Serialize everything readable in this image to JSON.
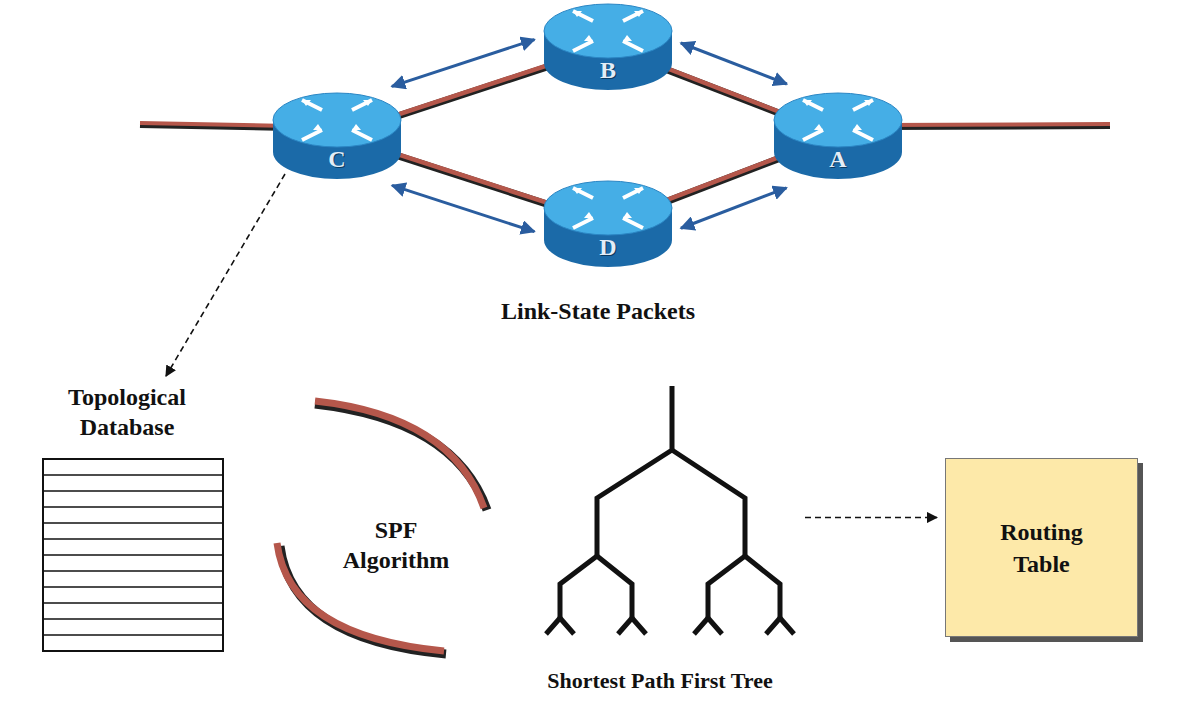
{
  "diagram": {
    "nodes": [
      {
        "text": [
          "B"
        ]
      },
      {
        "text": [
          "C"
        ]
      },
      {
        "text": [
          "A"
        ]
      },
      {
        "text": [
          "D"
        ]
      },
      {
        "text": [
          "Topological Database"
        ]
      },
      {
        "text": [
          "Shortest Path First Tree"
        ]
      },
      {
        "text": [
          "Routing Table"
        ]
      }
    ],
    "edges": [
      {
        "from": 1,
        "to": 0,
        "arrow": "none"
      },
      {
        "from": 0,
        "to": 2,
        "arrow": "none"
      },
      {
        "from": 1,
        "to": 3,
        "arrow": "none"
      },
      {
        "from": 3,
        "to": 2,
        "arrow": "none"
      },
      {
        "from": 1,
        "to": 0,
        "arrow": "both"
      },
      {
        "from": 0,
        "to": 2,
        "arrow": "both"
      },
      {
        "from": 1,
        "to": 3,
        "arrow": "both"
      },
      {
        "from": 3,
        "to": 2,
        "arrow": "both"
      },
      {
        "from": 1,
        "to": 4,
        "arrow": "to"
      },
      {
        "from": 5,
        "to": 6,
        "arrow": "to"
      }
    ],
    "labels": [
      "Link-State Packets",
      "SPF Algorithm"
    ]
  }
}
